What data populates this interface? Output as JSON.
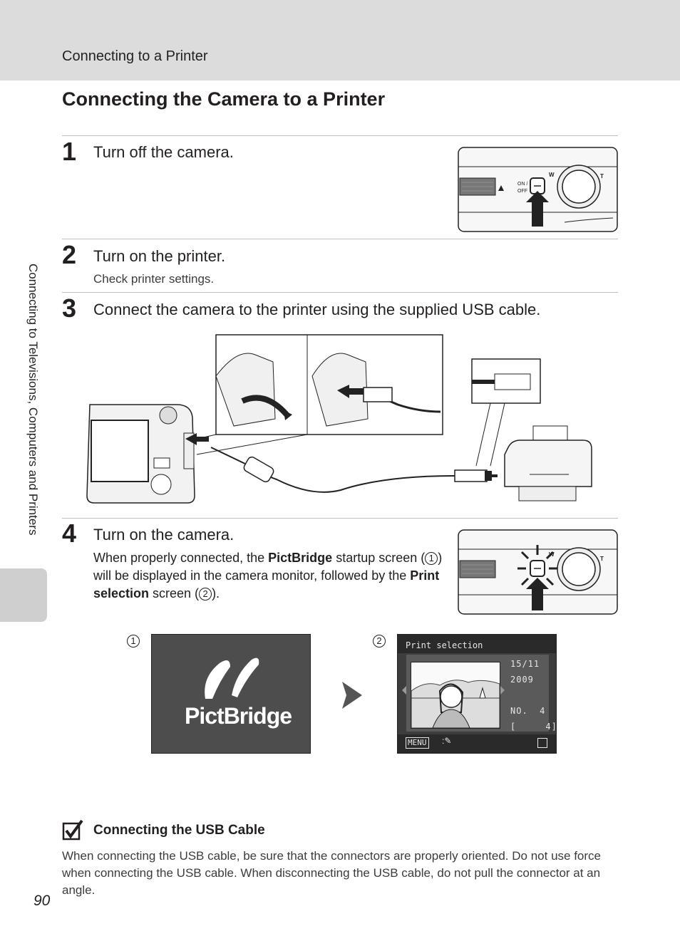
{
  "header": {
    "running_head": "Connecting to a Printer",
    "title": "Connecting the Camera to a Printer"
  },
  "side_label": "Connecting to Televisions, Computers and Printers",
  "steps": [
    {
      "number": "1",
      "heading": "Turn off the camera."
    },
    {
      "number": "2",
      "heading": "Turn on the printer.",
      "detail": "Check printer settings."
    },
    {
      "number": "3",
      "heading": "Connect the camera to the printer using the supplied USB cable."
    },
    {
      "number": "4",
      "heading": "Turn on the camera.",
      "body_1": "When properly connected, the ",
      "bold_1": "PictBridge",
      "body_2": " startup screen (",
      "marker_1": "1",
      "body_3": ") will be displayed in the camera monitor, followed by the ",
      "bold_2": "Print selection",
      "body_4": " screen (",
      "marker_2": "2",
      "body_5": ")."
    }
  ],
  "camera_top": {
    "label_on": "ON /",
    "label_off": "OFF",
    "label_w": "W",
    "label_t": "T"
  },
  "screens": {
    "marker_1": "1",
    "marker_2": "2",
    "pictbridge_text": "PictBridge",
    "print_selection": {
      "title": "Print selection",
      "date_day": "15/11",
      "date_year": "2009",
      "no_label": "NO.",
      "no_value": "4",
      "bracket_open": "[",
      "bracket_value": "4]",
      "menu_label": "MENU"
    }
  },
  "note": {
    "title": "Connecting the USB Cable",
    "body": "When connecting the USB cable, be sure that the connectors are properly oriented. Do not use force when connecting the USB cable. When disconnecting the USB cable, do not pull the connector at an angle."
  },
  "page_number": "90",
  "colors": {
    "header_band": "#dcdcdc",
    "side_tab": "#cfcfcf",
    "text": "#231f20"
  }
}
